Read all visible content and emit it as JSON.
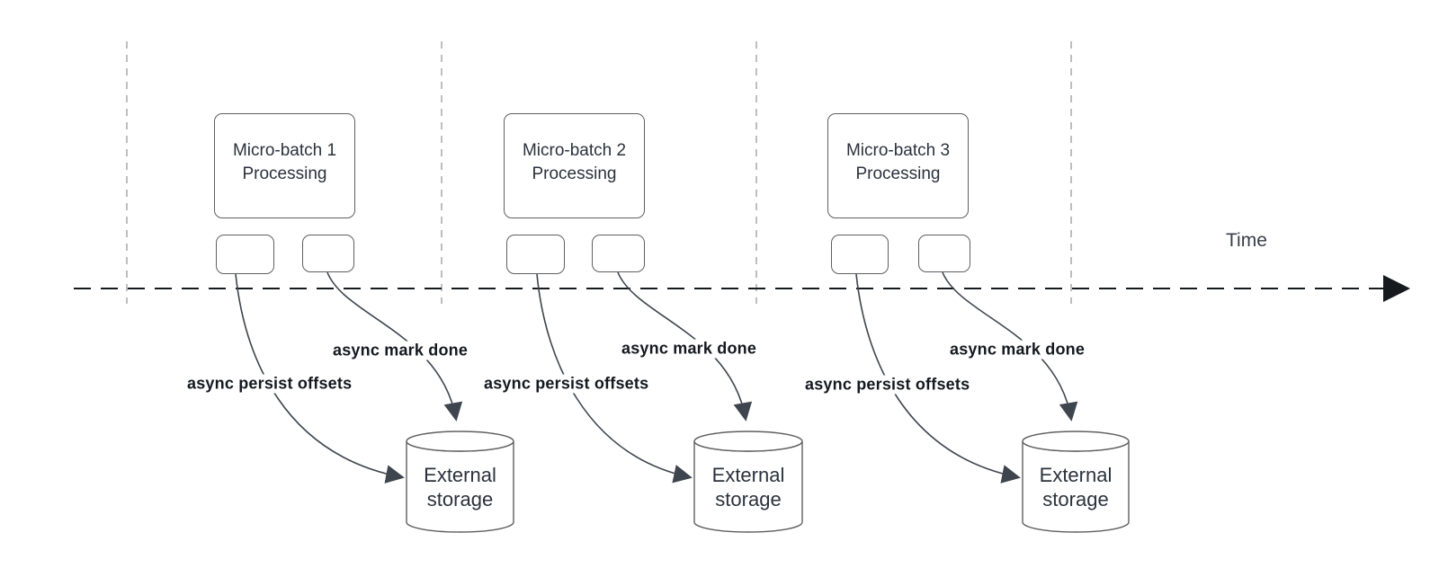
{
  "time_label": "Time",
  "groups": [
    {
      "box": "Micro-batch 1\nProcessing",
      "persist_label": "async persist offsets",
      "mark_done_label": "async mark done",
      "storage": "External\nstorage"
    },
    {
      "box": "Micro-batch 2\nProcessing",
      "persist_label": "async persist offsets",
      "mark_done_label": "async mark done",
      "storage": "External\nstorage"
    },
    {
      "box": "Micro-batch 3\nProcessing",
      "persist_label": "async persist offsets",
      "mark_done_label": "async mark done",
      "storage": "External\nstorage"
    }
  ],
  "colors": {
    "shape_stroke": "#5f5f5f",
    "edge_stroke": "#3f454e",
    "timeline_stroke": "#16191e",
    "guide_line": "#aeaeae",
    "shape_text": "#2b323c",
    "edge_label_text": "#14181f"
  }
}
